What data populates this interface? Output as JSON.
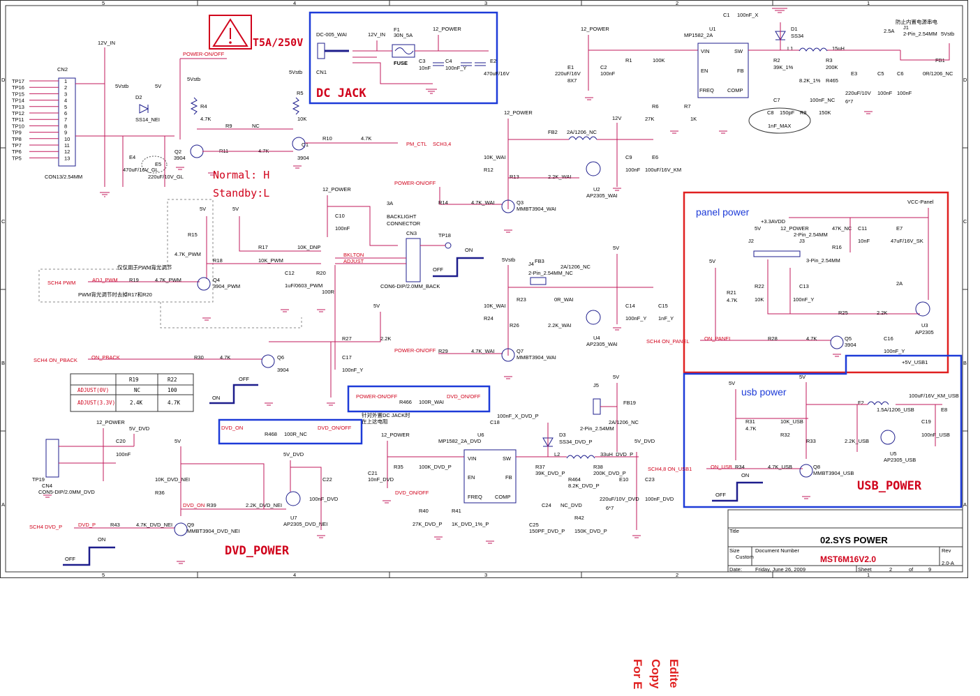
{
  "border": {
    "columns": [
      "5",
      "4",
      "3",
      "2",
      "1"
    ],
    "rows": [
      "D",
      "C",
      "B",
      "A"
    ]
  },
  "blocks": {
    "fuse_warning": {
      "text": "T5A/250V"
    },
    "dc_jack": {
      "title": "DC  JACK"
    },
    "panel_power": {
      "title": "panel power"
    },
    "usb_power": {
      "title": "usb power",
      "subtitle": "USB_POWER"
    },
    "dvd_power": {
      "title": "DVD_POWER"
    },
    "normal": "Normal: H",
    "standby": "Standby:L",
    "note_top_right": "防止内置电源串电",
    "pwm_note_1": "仅仅用于PWM背光调节",
    "pwm_note_2": "PWM背光调节时去掉R17和R20",
    "dc_note_1": "针对外置DC  JACK时",
    "dc_note_2": "在上这电阻",
    "backlight": [
      "BACKLIGHT",
      "CONNECTOR"
    ],
    "amps": [
      "3A",
      "2A",
      "2.5A"
    ],
    "onoff": {
      "on": "ON",
      "off": "OFF"
    }
  },
  "nets": {
    "v12_in": "12V_IN",
    "v12_power": "12_POWER",
    "v5stb": "5Vstb",
    "v5": "5V",
    "v12": "12V",
    "power_onoff": "POWER-ON/OFF",
    "pm_ctl": "PM_CTL",
    "sch34": "SCH3,4",
    "bklton": "BKLTON",
    "adjust": "ADJUST",
    "adj_pwm": "ADJ_PWM",
    "sch4_pwm": "SCH4   PWM",
    "sch4_onpback": "SCH4   ON_PBACK",
    "on_pback": "ON_PBACK",
    "dvd_on": "DVD_ON",
    "dvd_onoff": "DVD_ON/OFF",
    "dvd_p": "DVD_P",
    "sch4_dvd": "SCH4    DVD_P",
    "v5_dvd": "5V_DVD",
    "vcc_panel": "VCC-Panel",
    "v33avdd": "+3.3AVDD",
    "on_panel": "ON_PANEL",
    "sch4_onpanel": "SCH4    ON_PANEL",
    "v5_usb1": "+5V_USB1",
    "on_usb": "ON_USB",
    "sch48_usb": "SCH4,8    ON_USB1"
  },
  "components": {
    "dc_jack": [
      "DC-005_WAI",
      "CN1"
    ],
    "fuse": [
      "F1",
      "30N_5A",
      "FUSE"
    ],
    "c3": [
      "C3",
      "10nF"
    ],
    "c4": [
      "C4",
      "100nF_Y"
    ],
    "e2": [
      "E2",
      "470uF/16V"
    ],
    "cn2": [
      "CN2",
      "CON13/2.54MM"
    ],
    "tps": [
      "TP17",
      "TP16",
      "TP15",
      "TP14",
      "TP13",
      "TP12",
      "TP11",
      "TP10",
      "TP9",
      "TP8",
      "TP7",
      "TP6",
      "TP5"
    ],
    "d2": [
      "D2",
      "SS14_NEI"
    ],
    "e4": [
      "E4",
      "470uF/16V_GL"
    ],
    "e5": [
      "E5",
      "220uF/10V_GL"
    ],
    "q1": [
      "Q1",
      "3904"
    ],
    "q2": [
      "Q2",
      "3904"
    ],
    "r4": [
      "R4",
      "4.7K"
    ],
    "r5": [
      "R5",
      "10K"
    ],
    "r9": [
      "R9",
      "NC"
    ],
    "r10": [
      "R10",
      "4.7K"
    ],
    "r11": [
      "R11",
      "4.7K"
    ],
    "u1": [
      "U1",
      "MP1582_2A"
    ],
    "c1": [
      "C1",
      "100nF_X"
    ],
    "d1": [
      "D1",
      "SS34"
    ],
    "l1": [
      "L1",
      "15uH"
    ],
    "e1": [
      "E1",
      "220uF/16V",
      "8X7"
    ],
    "c2": [
      "C2",
      "100nF"
    ],
    "r1": [
      "R1",
      "100K"
    ],
    "r2": [
      "R2",
      "39K_1%"
    ],
    "r3": [
      "R3",
      "200K"
    ],
    "r465": [
      "8.2K_1%",
      "R465"
    ],
    "e3": [
      "E3",
      "220uF/10V",
      "6*7"
    ],
    "c5": [
      "C5",
      "100nF"
    ],
    "c6": [
      "C6",
      "100nF"
    ],
    "r6": [
      "R6",
      "27K"
    ],
    "r7": [
      "R7",
      "1K"
    ],
    "c7": [
      "C7",
      "100nF_NC"
    ],
    "c8": [
      "C8",
      "150pF"
    ],
    "r8": [
      "R8",
      "150K"
    ],
    "ellipse_note": "1nF_MAX",
    "j1": [
      "J1",
      "2-Pin_2.54MM"
    ],
    "fb1": [
      "FB1",
      "0R/1206_NC"
    ],
    "fb2": [
      "FB2",
      "2A/1206_NC"
    ],
    "c9": [
      "C9",
      "100nF"
    ],
    "e6": [
      "E6",
      "100uF/16V_KM"
    ],
    "r12": [
      "R12",
      "10K_WAI"
    ],
    "r13": [
      "R13",
      "2.2K_WAI"
    ],
    "u2": [
      "U2",
      "AP2305_WAI"
    ],
    "q3": [
      "Q3",
      "MMBT3904_WAI"
    ],
    "r14": [
      "R14",
      "4.7K_WAI"
    ],
    "c10": [
      "C10",
      "100nF"
    ],
    "cn3": [
      "CN3",
      "CON6-DIP/2.0MM_BACK"
    ],
    "tp18": [
      "TP18"
    ],
    "r15": [
      "R15",
      "4.7K_PWM"
    ],
    "r17": [
      "R17",
      "10K_DNP"
    ],
    "r18": [
      "R18",
      "10K_PWM"
    ],
    "c12": [
      "C12",
      "1uF/0603_PWM"
    ],
    "r20": [
      "R20",
      "100R"
    ],
    "r19": [
      "R19",
      "4.7K_PWM"
    ],
    "q4": [
      "Q4",
      "3904_PWM"
    ],
    "r27": [
      "R27",
      "2.2K"
    ],
    "c17": [
      "C17",
      "100nF_Y"
    ],
    "r29": [
      "R29",
      "4.7K_WAI"
    ],
    "q7": [
      "Q7",
      "MMBT3904_WAI"
    ],
    "r30": [
      "R30",
      "4.7K"
    ],
    "q6": [
      "Q6",
      "3904"
    ],
    "fb3": [
      "FB3",
      "2A/1206_NC"
    ],
    "j4": [
      "J4",
      "2-Pin_2.54MM_NC"
    ],
    "r23": [
      "R23",
      "0R_WAI"
    ],
    "r24": [
      "R24",
      "10K_WAI"
    ],
    "r26": [
      "R26",
      "2.2K_WAI"
    ],
    "u4": [
      "U4",
      "AP2305_WAI"
    ],
    "c14": [
      "C14",
      "100nF_Y"
    ],
    "c15": [
      "C15",
      "1nF_Y"
    ],
    "cn4": [
      "CN4",
      "CON5-DIP/2.0MM_DVD",
      "TP19"
    ],
    "c20": [
      "C20",
      "100nF"
    ],
    "r36": [
      "R36",
      "10K_DVD_NEI"
    ],
    "r39": [
      "R39",
      "2.2K_DVD_NEI"
    ],
    "r43": [
      "R43",
      "4.7K_DVD_NEI"
    ],
    "q9": [
      "Q9",
      "MMBT3904_DVD_NEI"
    ],
    "u7": [
      "U7",
      "AP2305_DVD_NEI"
    ],
    "c22": [
      "C22",
      "100nF_DVD"
    ],
    "r468": [
      "R468",
      "100R_NC"
    ],
    "r466": [
      "R466",
      "100R_WAI"
    ],
    "u6": [
      "U6",
      "MP1582_2A_DVD"
    ],
    "c18": [
      "C18",
      "100nF_X_DVD_P"
    ],
    "d3": [
      "D3",
      "SS34_DVD_P"
    ],
    "l2": [
      "L2",
      "33uH_DVD_P"
    ],
    "c21": [
      "C21",
      "10nF_DVD"
    ],
    "r35": [
      "R35",
      "100K_DVD_P"
    ],
    "r40": [
      "R40",
      "27K_DVD_P"
    ],
    "r41": [
      "R41",
      "1K_DVD_1%_P"
    ],
    "r37": [
      "R37",
      "39K_DVD_P"
    ],
    "r464": [
      "R464",
      "8.2K_DVD_P"
    ],
    "r38": [
      "R38",
      "200K_DVD_P"
    ],
    "c24": [
      "C24",
      "NC_DVD"
    ],
    "c25": [
      "C25",
      "150PF_DVD_P"
    ],
    "r42": [
      "R42",
      "150K_DVD_P"
    ],
    "e10": [
      "E10",
      "220uF/10V_DVD",
      "6*7"
    ],
    "c23": [
      "C23",
      "100nF_DVD"
    ],
    "j5": [
      "J5",
      "2-Pin_2.54MM"
    ],
    "fb19": [
      "FB19",
      "2A/1206_NC"
    ],
    "j2": [
      "J2"
    ],
    "j3": [
      "J3",
      "3-Pin_2.54MM",
      "2-Pin_2.54MM"
    ],
    "r16": [
      "R16",
      "47K_NC"
    ],
    "c11": [
      "C11",
      "10nF"
    ],
    "e7": [
      "E7",
      "47uF/16V_SK"
    ],
    "r21": [
      "R21",
      "4.7K"
    ],
    "r22": [
      "R22",
      "10K"
    ],
    "c13": [
      "C13",
      "100nF_Y"
    ],
    "r25": [
      "R25",
      "2.2K"
    ],
    "u3": [
      "U3",
      "AP2305"
    ],
    "r28": [
      "R28",
      "4.7K"
    ],
    "q5": [
      "Q5",
      "3904"
    ],
    "c16": [
      "C16",
      "100nF_Y"
    ],
    "f2": [
      "F2",
      "1.5A/1206_USB"
    ],
    "e8": [
      "E8",
      "100uF/16V_KM_USB"
    ],
    "c19": [
      "C19",
      "100nF_USB"
    ],
    "r31": [
      "R31",
      "4.7K"
    ],
    "r32": [
      "R32",
      "10K_USB"
    ],
    "r33": [
      "R33",
      "2.2K_USB"
    ],
    "u5": [
      "U5",
      "AP2305_USB"
    ],
    "r34": [
      "R34",
      "4.7K_USB"
    ],
    "q8": [
      "Q8",
      "MMBT3904_USB"
    ]
  },
  "table": {
    "headers": [
      "",
      "R19",
      "R22"
    ],
    "rows": [
      [
        "ADJUST(0V)",
        "NC",
        "100"
      ],
      [
        "ADJUST(3.3V)",
        "2.4K",
        "4.7K"
      ]
    ]
  },
  "title_block": {
    "title_label": "Title",
    "title": "02.SYS POWER",
    "size_label": "Size",
    "size": "Custom",
    "doc_label": "Document Number",
    "doc": "MST6M16V2.0",
    "rev_label": "Rev",
    "rev": "2.0-A",
    "date_label": "Date:",
    "date": "Friday, June 26, 2009",
    "sheet_label": "Sheet",
    "sheet": "2",
    "of_label": "of",
    "of": "9"
  },
  "watermark": [
    "Edite",
    "Copy",
    "For E"
  ]
}
